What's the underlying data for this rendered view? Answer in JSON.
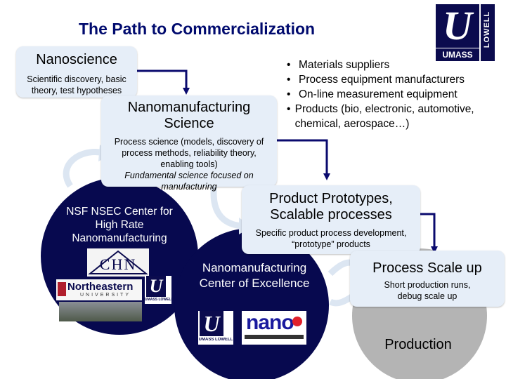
{
  "title": "The Path to Commercialization",
  "logos": {
    "umass_top": "UMASS LOWELL",
    "chn": "CHN",
    "northeastern": "Northeastern",
    "northeastern_sub": "UNIVERSITY",
    "umass_small": "UMASS LOWELL",
    "umass_bottom": "UMASS LOWELL",
    "nano": "nano"
  },
  "nodes": {
    "nanoscience": {
      "heading": "Nanoscience",
      "desc": "Scientific discovery, basic theory, test hypotheses"
    },
    "manufacturing_science": {
      "heading_line1": "Nanomanufacturing",
      "heading_line2": "Science",
      "desc_line1": "Process science (models, discovery of process methods, reliability theory, enabling tools)",
      "desc_line2": "Fundamental science focused on manufacturing"
    },
    "nsec": {
      "label": "NSF NSEC Center for High Rate Nanomanufacturing"
    },
    "prototypes": {
      "heading": "Product Prototypes, Scalable processes",
      "desc": "Specific product process development, “prototype” products"
    },
    "coe": {
      "label": "Nanomanufacturing Center of Excellence"
    },
    "scale_up": {
      "heading": "Process Scale up",
      "desc": "Short production runs, debug scale up"
    },
    "production": {
      "label": "Production"
    }
  },
  "bullets": [
    "Materials suppliers",
    "Process equipment manufacturers",
    "On-line measurement equipment",
    "Products (bio, electronic, automotive, chemical, aerospace…)"
  ],
  "colors": {
    "title": "#000a6e",
    "box_fill": "#e6eef8",
    "circle_fill": "#07094f",
    "production_fill": "#b4b4b4",
    "arrow": "#0a0a6e",
    "curved_arrow": "#dce6f2"
  }
}
